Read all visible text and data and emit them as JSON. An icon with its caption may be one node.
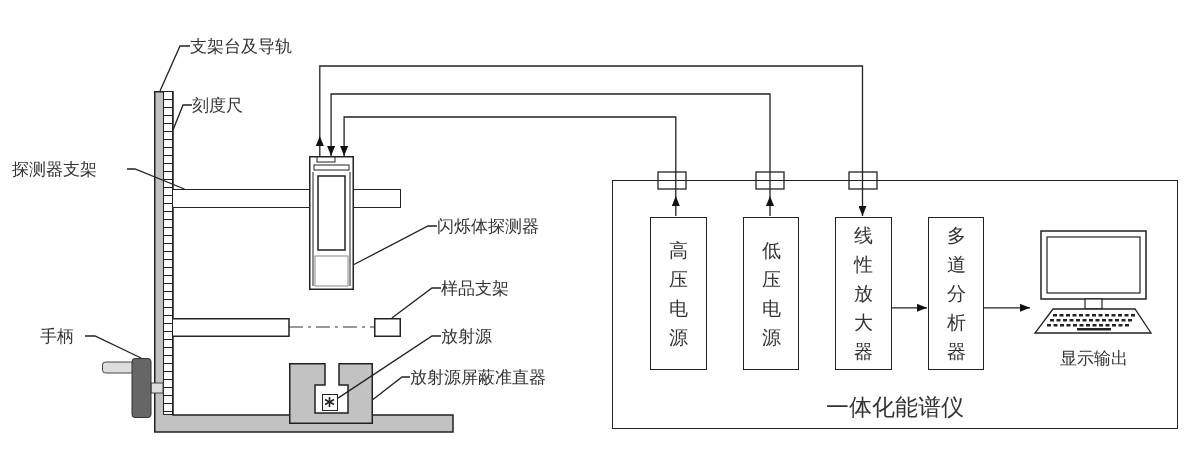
{
  "diagram": {
    "nodes": [
      {
        "text": [
          "支架台及导轨"
        ]
      },
      {
        "text": [],
        "shape": "box"
      },
      {
        "text": [
          "刻度尺"
        ]
      },
      {
        "text": [],
        "shape": "bar",
        "in": 1
      },
      {
        "text": [
          "探测器支架"
        ]
      },
      {
        "text": [],
        "shape": "bar"
      },
      {
        "text": [],
        "shape": "box"
      },
      {
        "text": [
          "闪烁体探测器"
        ]
      },
      {
        "text": [
          "样品支架"
        ]
      },
      {
        "text": [],
        "shape": "box"
      },
      {
        "text": [
          "放射源"
        ]
      },
      {
        "text": [],
        "shape": "box",
        "in": 13
      },
      {
        "text": [
          "放射源屏蔽准直器"
        ]
      },
      {
        "text": [],
        "shape": "box"
      },
      {
        "text": [
          "手柄"
        ]
      },
      {
        "text": [],
        "shape": "box"
      },
      {
        "text": [
          "一体化能谱仪"
        ]
      },
      {
        "text": [
          "高压电源"
        ],
        "in": 16
      },
      {
        "text": [
          "低压电源"
        ],
        "in": 16
      },
      {
        "text": [
          "线性放大器"
        ],
        "in": 16
      },
      {
        "text": [
          "多道分析器"
        ],
        "in": 16
      },
      {
        "text": [
          "显示输出"
        ],
        "in": 16
      }
    ],
    "edges": [
      {
        "from": 0,
        "to": 1,
        "arrow": "none"
      },
      {
        "from": 2,
        "to": 3,
        "arrow": "none"
      },
      {
        "from": 4,
        "to": 5,
        "arrow": "none"
      },
      {
        "from": 7,
        "to": 6,
        "arrow": "none"
      },
      {
        "from": 8,
        "to": 9,
        "arrow": "none"
      },
      {
        "from": 10,
        "to": 11,
        "arrow": "none"
      },
      {
        "from": 12,
        "to": 13,
        "arrow": "none"
      },
      {
        "from": 14,
        "to": 15,
        "arrow": "none"
      },
      {
        "from": 17,
        "to": 6,
        "arrow": "to"
      },
      {
        "from": 18,
        "to": 6,
        "arrow": "to"
      },
      {
        "from": 6,
        "to": 19,
        "arrow": "to"
      },
      {
        "from": 19,
        "to": 20,
        "arrow": "to"
      },
      {
        "from": 20,
        "to": 21,
        "arrow": "to"
      }
    ]
  }
}
